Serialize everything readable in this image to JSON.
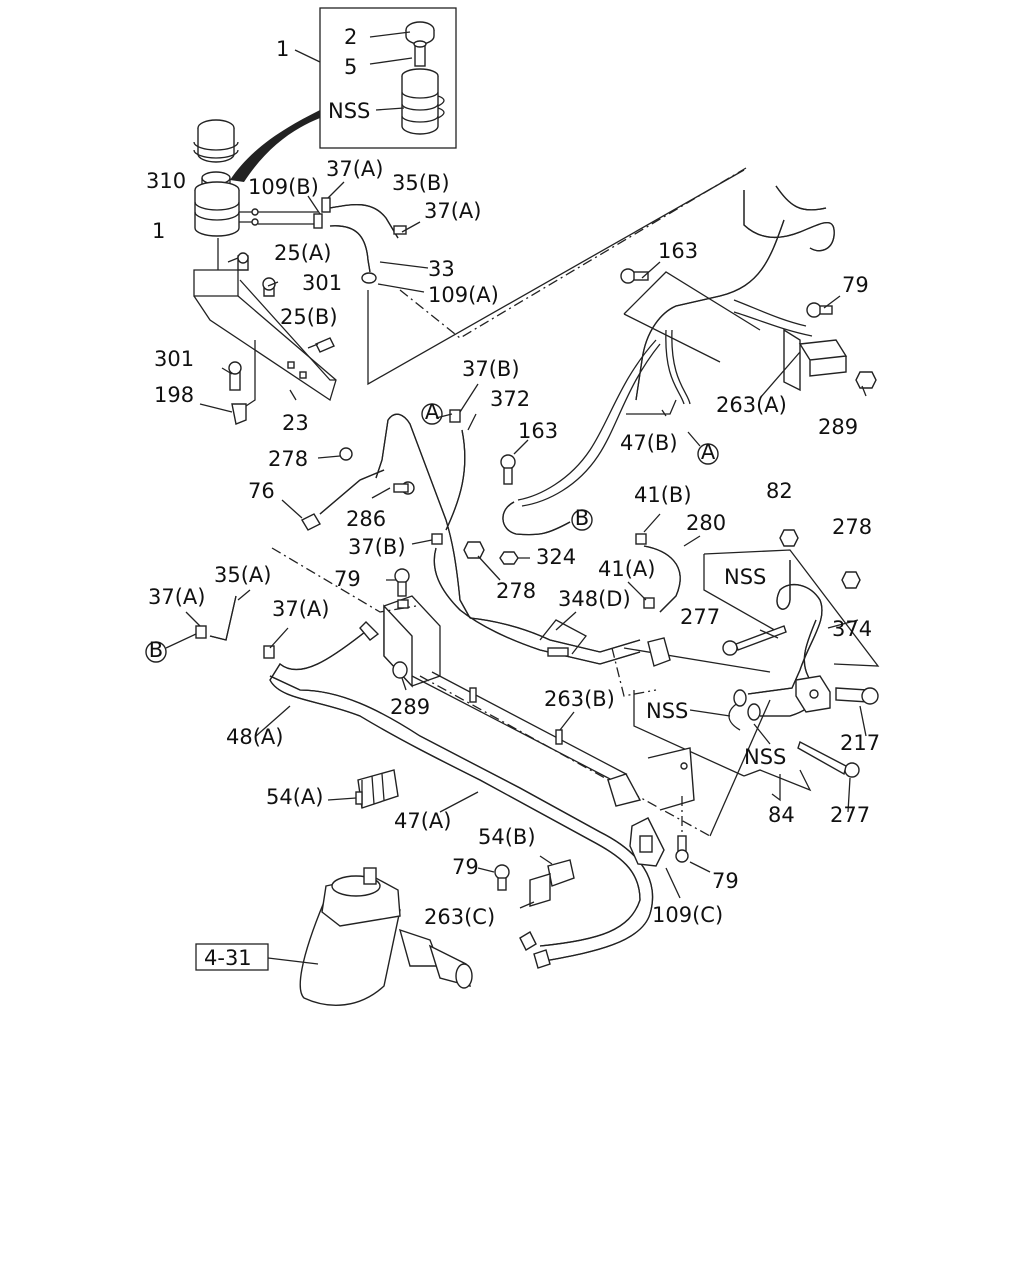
{
  "diagram": {
    "reference_box": "4-31",
    "callouts": {
      "c_2": "2",
      "c_5": "5",
      "c_nss_top": "NSS",
      "c_1_top": "1",
      "c_1_mid": "1",
      "c_310": "310",
      "c_109b": "109(B)",
      "c_37a_1": "37(A)",
      "c_35b": "35(B)",
      "c_37a_2": "37(A)",
      "c_25a": "25(A)",
      "c_301_1": "301",
      "c_33": "33",
      "c_109a": "109(A)",
      "c_25b": "25(B)",
      "c_301_2": "301",
      "c_198": "198",
      "c_23": "23",
      "c_163_1": "163",
      "c_79_1": "79",
      "c_263a": "263(A)",
      "c_289_1": "289",
      "c_37b_1": "37(B)",
      "c_372": "372",
      "c_A_1": "A",
      "c_163_2": "163",
      "c_47b": "47(B)",
      "c_A_2": "A",
      "c_278_1": "278",
      "c_76": "76",
      "c_286": "286",
      "c_37b_2": "37(B)",
      "c_B_1": "B",
      "c_324": "324",
      "c_41b": "41(B)",
      "c_280": "280",
      "c_82": "82",
      "c_278_2": "278",
      "c_278_3": "278",
      "c_79_2": "79",
      "c_35a": "35(A)",
      "c_37a_3": "37(A)",
      "c_37a_4": "37(A)",
      "c_B_2": "B",
      "c_41a": "41(A)",
      "c_348d": "348(D)",
      "c_nss_r1": "NSS",
      "c_277_1": "277",
      "c_374": "374",
      "c_289_2": "289",
      "c_48a": "48(A)",
      "c_263b": "263(B)",
      "c_nss_r2": "NSS",
      "c_nss_r3": "NSS",
      "c_217": "217",
      "c_54a": "54(A)",
      "c_47a": "47(A)",
      "c_84": "84",
      "c_277_2": "277",
      "c_54b": "54(B)",
      "c_79_3": "79",
      "c_79_4": "79",
      "c_263c": "263(C)",
      "c_109c": "109(C)"
    }
  }
}
